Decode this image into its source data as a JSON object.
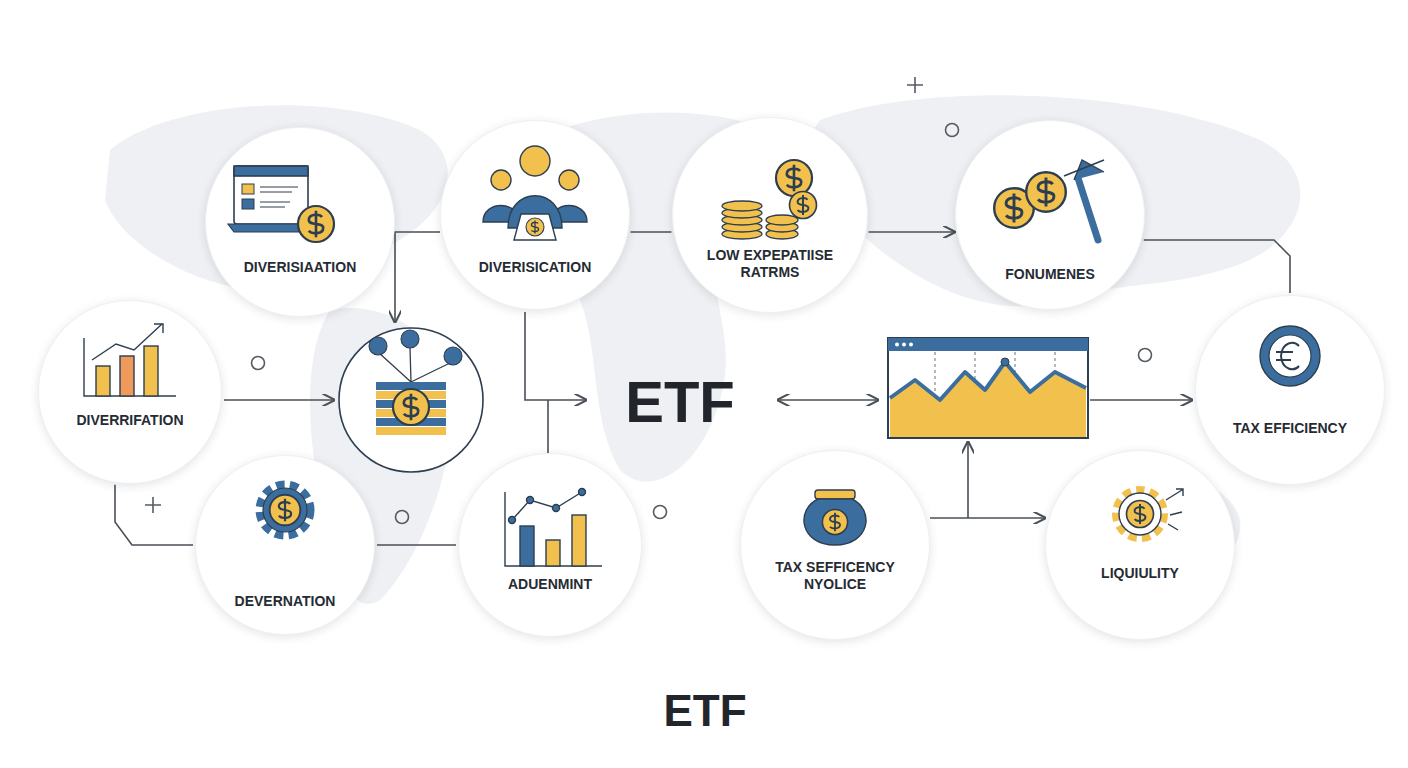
{
  "diagram": {
    "nodes": [
      {
        "text": [
          "DIVERISIAATION"
        ]
      },
      {
        "text": [
          "DIVERISICATION"
        ]
      },
      {
        "text": [
          "LOW EXPEPATIISE RATRMS"
        ]
      },
      {
        "text": [
          "FONUMENES"
        ]
      },
      {
        "text": [
          "DIVERRIFATION"
        ]
      },
      {
        "text": [
          "TAX EFFICIENCY"
        ]
      },
      {
        "text": [
          "DEVERNATION"
        ]
      },
      {
        "text": [
          "ADUENMINT"
        ]
      },
      {
        "text": [
          "TAX SEFFICENCY NYOLICE"
        ]
      },
      {
        "text": [
          "LIQUIULITY"
        ]
      }
    ],
    "edges": [
      {
        "from": 1,
        "to": 2,
        "arrow": "none"
      },
      {
        "from": 2,
        "to": 3,
        "arrow": "to"
      },
      {
        "from": 3,
        "to": 5,
        "arrow": "none"
      },
      {
        "from": 4,
        "to": 6,
        "arrow": "none"
      },
      {
        "from": 6,
        "to": 7,
        "arrow": "none"
      }
    ],
    "labels": [
      "ETF",
      "ETF"
    ]
  }
}
